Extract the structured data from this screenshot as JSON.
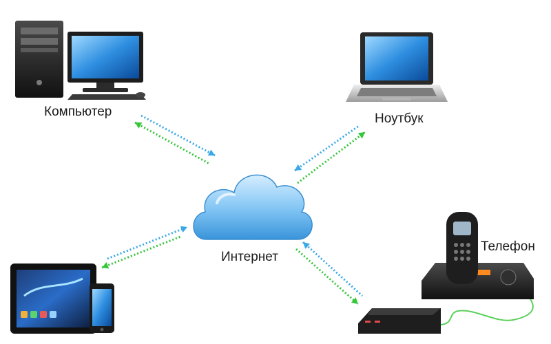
{
  "nodes": {
    "computer": {
      "label": "Компьютер"
    },
    "laptop": {
      "label": "Ноутбук"
    },
    "internet": {
      "label": "Интернет"
    },
    "telephone": {
      "label": "Телефон"
    },
    "tablet": {
      "label": ""
    },
    "router": {
      "label": ""
    }
  },
  "colors": {
    "arrow_blue": "#3aa8e8",
    "arrow_green": "#35c63a",
    "cloud_light": "#cfeaff",
    "cloud_dark": "#3f9de0",
    "cable": "#5ad15a"
  }
}
